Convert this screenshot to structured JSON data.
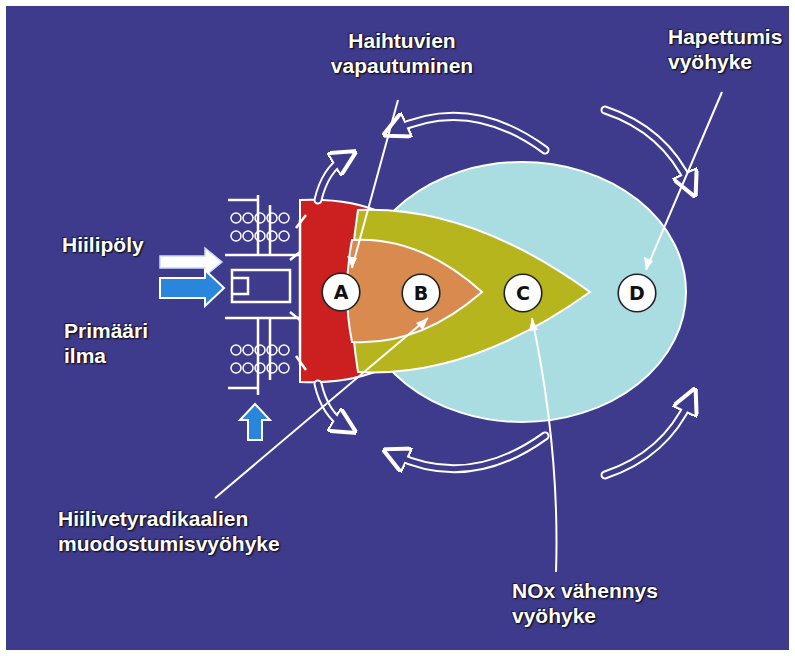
{
  "diagram": {
    "nodes": [
      {
        "text": [
          "A"
        ]
      },
      {
        "text": [
          "B"
        ]
      },
      {
        "text": [
          "C"
        ]
      },
      {
        "text": [
          "D"
        ]
      }
    ],
    "labels": [
      "Haihtuvien vapautuminen",
      "Hapettumis vyöhyke",
      "Hiilipöly",
      "Primääri ilma",
      "Hiilivetyradikaalien muodostumisvyöhyke",
      "NOx vähennys vyöhyke"
    ]
  }
}
